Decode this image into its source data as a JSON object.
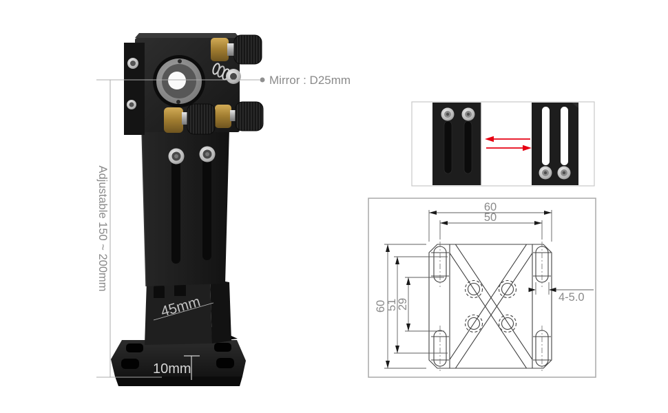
{
  "product": {
    "name": "laser-mirror-mount",
    "annotations": {
      "mirror_label": "Mirror : D25mm",
      "adjustable_label": "Adjustable 150 ~ 200mm",
      "depth_label": "45mm",
      "base_thickness_label": "10mm"
    }
  },
  "slide_diagram": {
    "icons": {
      "left_arrow": "red-arrow-left",
      "right_arrow": "red-arrow-right"
    }
  },
  "cad_drawing": {
    "dims": {
      "width_outer": "60",
      "width_inner": "50",
      "height_outer": "60",
      "height_mid": "51",
      "height_inner": "29",
      "holes": "4-5.0"
    }
  },
  "colors": {
    "arrow_red": "#e60012",
    "annotation_text": "#8a8a8a",
    "annotation_line": "#ababab",
    "cad_line": "#404040",
    "cad_dim_text": "#8a8a8a",
    "product_black": "#1c1c1c",
    "brass": "#a8813a",
    "silver": "#c9c9c9",
    "box_border_top": "#c8c8c8",
    "box_border_bottom": "#a9a9a9"
  }
}
